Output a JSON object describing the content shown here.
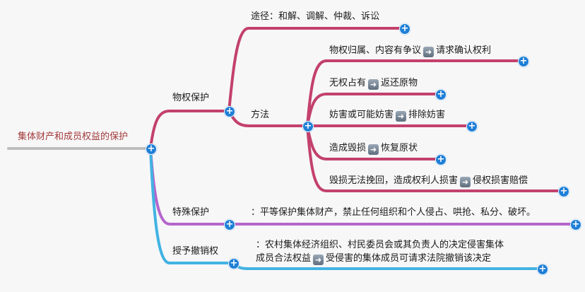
{
  "root": {
    "label": "集体财产和成员权益的保护"
  },
  "branches": {
    "property": {
      "label": "物权保护",
      "route": "途径：和解、调解、仲裁、诉讼",
      "method": {
        "label": "方法",
        "items": [
          {
            "cond": "物权归属、内容有争议",
            "result": "请求确认权利"
          },
          {
            "cond": "无权占有",
            "result": "返还原物"
          },
          {
            "cond": "妨害或可能妨害",
            "result": "排除妨害"
          },
          {
            "cond": "造成毁损",
            "result": "恢复原状"
          },
          {
            "cond": "毁损无法挽回，造成权利人损害",
            "result": "侵权损害赔偿"
          }
        ]
      }
    },
    "special": {
      "label": "特殊保护",
      "text": "：平等保护集体财产，禁止任何组织和个人侵占、哄抢、私分、破坏。"
    },
    "revoke": {
      "label": "授予撤销权",
      "line1": "：农村集体经济组织、村民委员会或其负责人的决定侵害集体",
      "line2a": "成员合法权益",
      "line2b": "受侵害的集体成员可请求法院撤销该决定"
    }
  },
  "icons": {
    "expand": "plus-icon",
    "arrow": "arrow-right-icon"
  },
  "colors": {
    "property": "#c3416c",
    "special": "#b466cc",
    "revoke": "#42b3e2",
    "node": "#1f7fd6",
    "root_line": "#bdbdbd"
  }
}
